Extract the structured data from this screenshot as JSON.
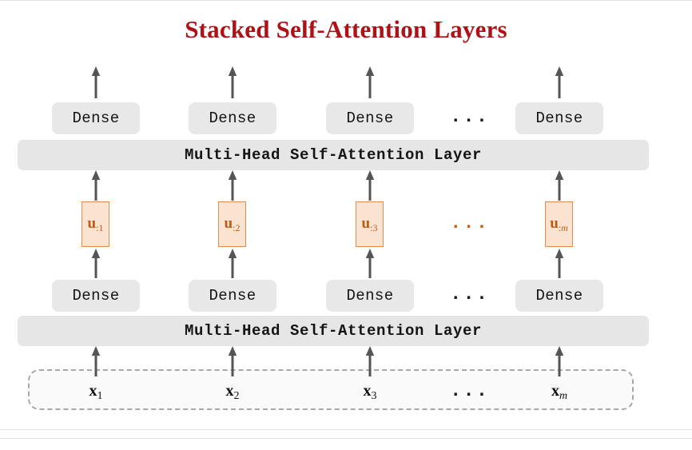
{
  "slide": {
    "title": "Stacked Self-Attention Layers",
    "title_color": "#b01116",
    "background_color": "#ffffff"
  },
  "colors": {
    "gray_bar": "#e6e6e6",
    "dense_box": "#e8e8e8",
    "u_box_fill": "#fbe3d1",
    "u_box_border": "#e08b50",
    "u_text": "#bf5a12",
    "arrow": "#555555",
    "dashed_border": "#a8a8a8",
    "text_dark": "#141414"
  },
  "attention_layers": [
    {
      "label": "Multi-Head Self-Attention Layer"
    },
    {
      "label": "Multi-Head Self-Attention Layer"
    }
  ],
  "dense_rows": [
    {
      "row": "top",
      "boxes": [
        {
          "label": "Dense"
        },
        {
          "label": "Dense"
        },
        {
          "label": "Dense"
        },
        {
          "label": "Dense"
        }
      ],
      "ellipsis": "···"
    },
    {
      "row": "bottom",
      "boxes": [
        {
          "label": "Dense"
        },
        {
          "label": "Dense"
        },
        {
          "label": "Dense"
        },
        {
          "label": "Dense"
        }
      ],
      "ellipsis": "···"
    }
  ],
  "u_vectors": {
    "items": [
      {
        "symbol": "u",
        "subscript": ":1",
        "subscript_italic": false
      },
      {
        "symbol": "u",
        "subscript": ":2",
        "subscript_italic": false
      },
      {
        "symbol": "u",
        "subscript": ":3",
        "subscript_italic": false
      },
      {
        "symbol": "u",
        "subscript": ":",
        "subscript_italic_part": "m",
        "subscript_italic": true
      }
    ],
    "ellipsis": "···"
  },
  "inputs": {
    "items": [
      {
        "symbol": "x",
        "subscript": "1",
        "subscript_italic": false
      },
      {
        "symbol": "x",
        "subscript": "2",
        "subscript_italic": false
      },
      {
        "symbol": "x",
        "subscript": "3",
        "subscript_italic": false
      },
      {
        "symbol": "x",
        "subscript": "m",
        "subscript_italic": true
      }
    ],
    "ellipsis": "···"
  },
  "icons": {
    "arrow_up": "arrow-up-icon"
  }
}
